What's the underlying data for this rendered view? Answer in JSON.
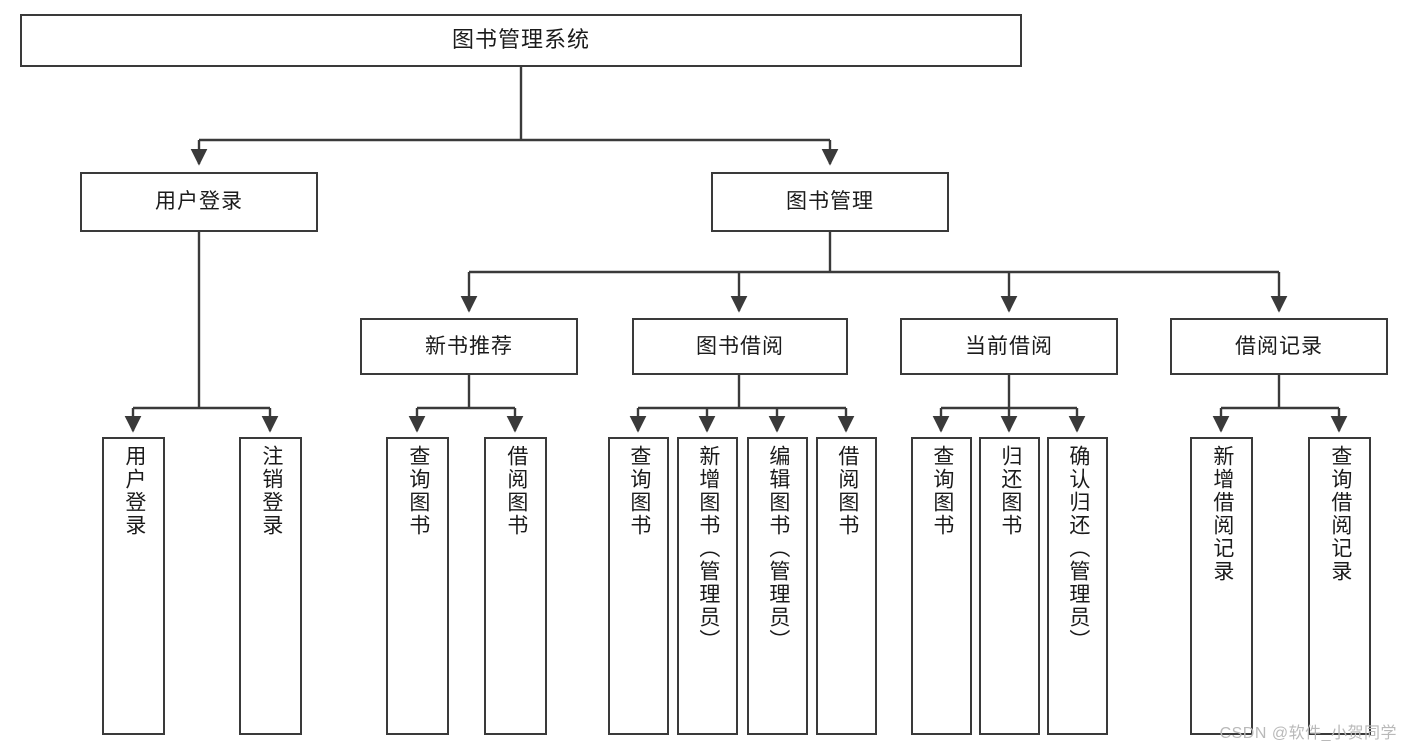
{
  "diagram": {
    "title_node": {
      "id": "root",
      "label": "图书管理系统"
    },
    "level2": [
      {
        "id": "user-login",
        "label": "用户登录"
      },
      {
        "id": "book-management",
        "label": "图书管理"
      }
    ],
    "level3": [
      {
        "id": "new-book-recommend",
        "label": "新书推荐"
      },
      {
        "id": "book-borrow",
        "label": "图书借阅"
      },
      {
        "id": "current-borrow",
        "label": "当前借阅"
      },
      {
        "id": "borrow-record",
        "label": "借阅记录"
      }
    ],
    "leaves": [
      {
        "id": "leaf-user-login",
        "label": "用户登录",
        "parent": "user-login"
      },
      {
        "id": "leaf-logout-login",
        "label": "注销登录",
        "parent": "user-login"
      },
      {
        "id": "leaf-query-book-1",
        "label": "查询图书",
        "parent": "new-book-recommend"
      },
      {
        "id": "leaf-borrow-book-1",
        "label": "借阅图书",
        "parent": "new-book-recommend"
      },
      {
        "id": "leaf-query-book-2",
        "label": "查询图书",
        "parent": "book-borrow"
      },
      {
        "id": "leaf-add-book",
        "label": "新增图书（管理员）",
        "parent": "book-borrow"
      },
      {
        "id": "leaf-edit-book",
        "label": "编辑图书（管理员）",
        "parent": "book-borrow"
      },
      {
        "id": "leaf-borrow-book-2",
        "label": "借阅图书",
        "parent": "book-borrow"
      },
      {
        "id": "leaf-query-book-3",
        "label": "查询图书",
        "parent": "current-borrow"
      },
      {
        "id": "leaf-return-book",
        "label": "归还图书",
        "parent": "current-borrow"
      },
      {
        "id": "leaf-confirm-return",
        "label": "确认归还（管理员）",
        "parent": "current-borrow"
      },
      {
        "id": "leaf-add-record",
        "label": "新增借阅记录",
        "parent": "borrow-record"
      },
      {
        "id": "leaf-query-record",
        "label": "查询借阅记录",
        "parent": "borrow-record"
      }
    ],
    "watermark": "CSDN @软件_小贺同学",
    "colors": {
      "border": "#3a3a3a",
      "text": "#1b1b1b",
      "background": "#ffffff",
      "watermark": "#b9b9b9"
    }
  }
}
